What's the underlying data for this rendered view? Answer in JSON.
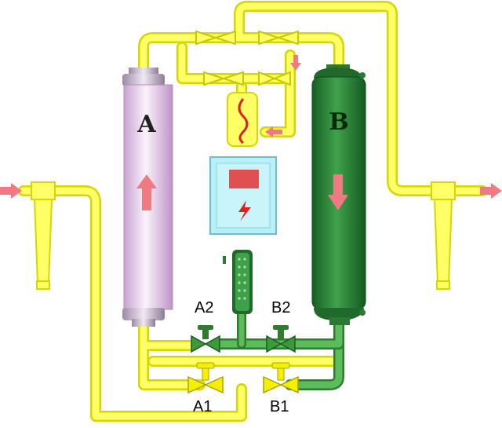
{
  "tanks": {
    "a": {
      "label": "A",
      "body_color": "#e4c6e8",
      "flow": "up"
    },
    "b": {
      "label": "B",
      "body_color": "#2e8b3a",
      "flow": "down"
    }
  },
  "valves": {
    "a2": {
      "label": "A2"
    },
    "b2": {
      "label": "B2"
    },
    "a1": {
      "label": "A1"
    },
    "b1": {
      "label": "B1"
    }
  },
  "colors": {
    "pipe_yellow": "#ffff66",
    "pipe_outline": "#d6d600",
    "pipe_green": "#4aa84a",
    "valve_yellow": "#f4f000",
    "valve_green": "#3c9a3c",
    "arrow_pink": "#f07a82",
    "panel_bg": "#b6f0f8",
    "panel_red": "#e05050"
  },
  "icons": {
    "heater": "heater-coil-icon",
    "controller": "control-panel-icon",
    "silencer": "muffler-icon",
    "lightning": "lightning-icon"
  }
}
